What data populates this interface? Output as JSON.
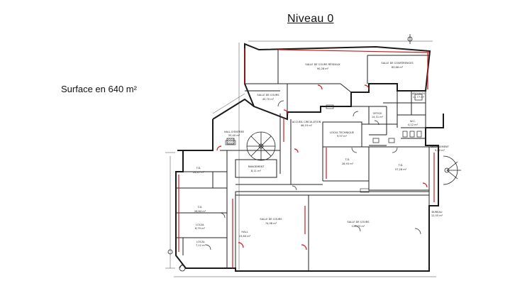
{
  "header": {
    "title": "Niveau 0"
  },
  "info": {
    "surface": "Surface en 640 m²"
  },
  "plan": {
    "wall_color": "#1a1a1a",
    "mark_color": "#d01818",
    "rooms": [
      {
        "key": "salle_reseau",
        "name": "SALLE DE COURS RÉSEAUX",
        "area": "90,28 m²"
      },
      {
        "key": "salle_conferences",
        "name": "SALLE DE CONFÉRENCES",
        "area": "83,68 m²"
      },
      {
        "key": "salle_cours_1",
        "name": "SALLE DE COURS",
        "area": "45,70 m²"
      },
      {
        "key": "archives",
        "name": "ARCHIVES",
        "area": "11,77 m²"
      },
      {
        "key": "office",
        "name": "OFFICE",
        "area": "14,31 m²"
      },
      {
        "key": "local_technique",
        "name": "LOCAL TECHNIQUE",
        "area": "9,97 m²"
      },
      {
        "key": "accueil",
        "name": "ACCUEIL CIRCULATION",
        "area": "46,19 m²"
      },
      {
        "key": "hall",
        "name": "HALL D'ENTRÉE",
        "area": "20,40 m²"
      },
      {
        "key": "wc",
        "name": "W.C.",
        "area": "4,12 m²"
      },
      {
        "key": "td_a",
        "name": "T.D.",
        "area": "24,47 m²"
      },
      {
        "key": "td_b",
        "name": "T.D.",
        "area": "28,93 m²"
      },
      {
        "key": "td_c",
        "name": "T.D.",
        "area": "57,28 m²"
      },
      {
        "key": "td_d",
        "name": "T.D.",
        "area": "26,84 m²"
      },
      {
        "key": "rangement",
        "name": "RANGEMENT",
        "area": "8,11 m²"
      },
      {
        "key": "salle_cours_2",
        "name": "SALLE DE COURS",
        "area": "74,98 m²"
      },
      {
        "key": "salle_cours_3",
        "name": "SALLE DE COURS",
        "area": "120,73 m²"
      },
      {
        "key": "hall_2",
        "name": "HALL",
        "area": "23,84 m²"
      },
      {
        "key": "bureau",
        "name": "BUREAU",
        "area": "12,55 m²"
      },
      {
        "key": "local_1",
        "name": "LOCAL",
        "area": "6,79 m²"
      },
      {
        "key": "local_2",
        "name": "LOCAL",
        "area": "7,12 m²"
      },
      {
        "key": "degagement",
        "name": "DÉGAGEMENT",
        "area": "9,40 m²"
      }
    ]
  }
}
